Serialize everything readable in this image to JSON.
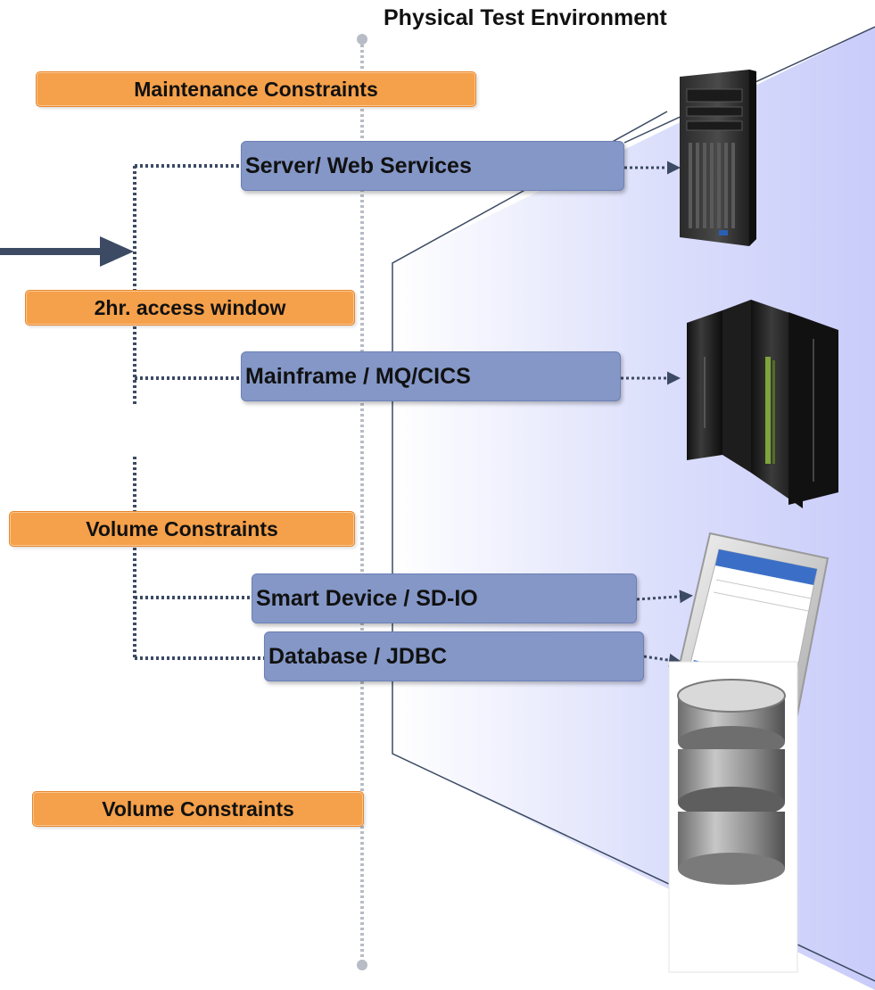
{
  "title": "Physical Test Environment",
  "constraints": [
    {
      "label": "Maintenance Constraints"
    },
    {
      "label": "2hr. access window"
    },
    {
      "label": "Volume Constraints"
    },
    {
      "label": "Volume Constraints"
    }
  ],
  "services": [
    {
      "label": "Server/ Web Services",
      "device_icon": "tower-server-icon"
    },
    {
      "label": "Mainframe / MQ/CICS",
      "device_icon": "mainframe-icon"
    },
    {
      "label": "Smart Device / SD-IO",
      "device_icon": "smart-device-icon"
    },
    {
      "label": "Database / JDBC",
      "device_icon": "database-icon"
    }
  ],
  "colors": {
    "constraint_fill": "#f5a04a",
    "service_fill": "#8497c7",
    "panel_fill": "#cfd2fb",
    "connector": "#3c4a63",
    "axis": "#b7bcc6"
  }
}
